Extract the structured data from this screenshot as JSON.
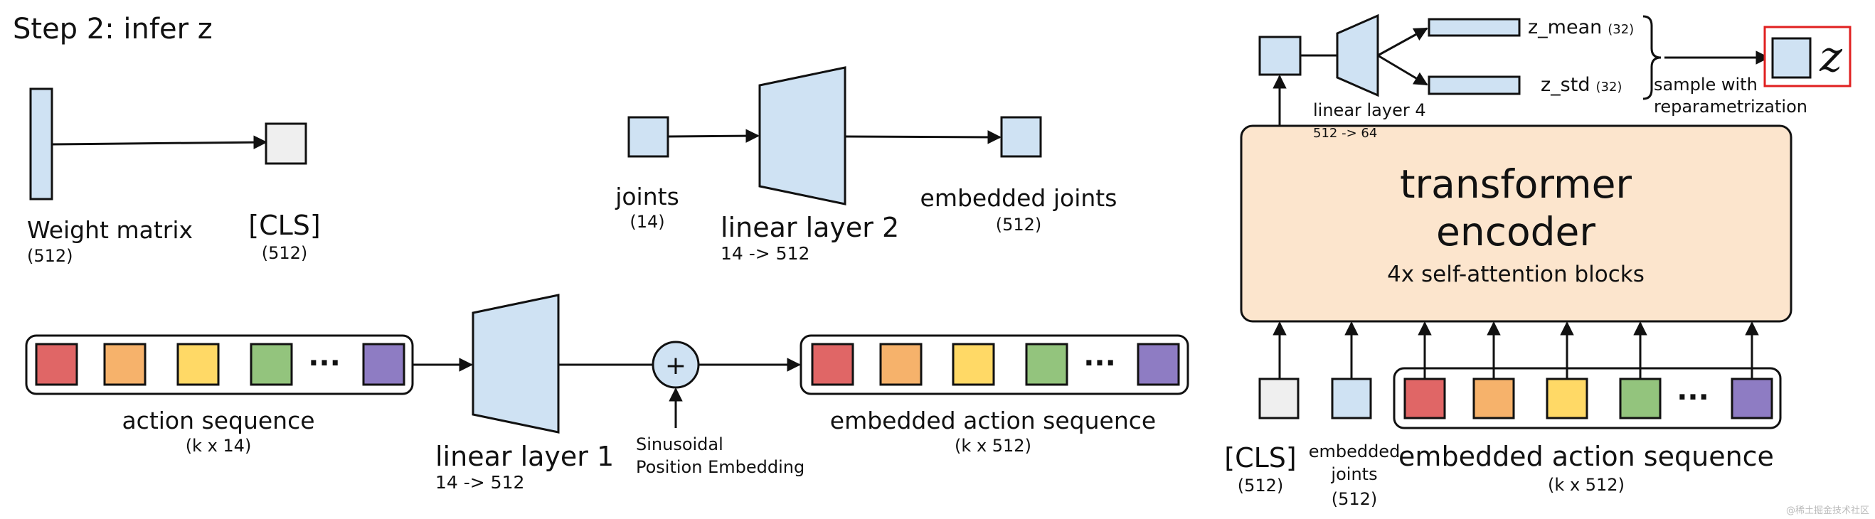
{
  "title": "Step 2: infer z",
  "colors": {
    "blue": "#cfe2f3",
    "gray": "#efefef",
    "red": "#e06666",
    "orange": "#f6b26b",
    "yellow": "#ffd966",
    "green": "#93c47d",
    "purple": "#8e7cc3",
    "encoder": "#fce5cd",
    "highlight": "#e02020"
  },
  "weight_matrix": {
    "label": "Weight matrix",
    "dim": "(512)"
  },
  "cls_top": {
    "label": "[CLS]",
    "dim": "(512)"
  },
  "joints": {
    "label": "joints",
    "dim": "(14)"
  },
  "linear2": {
    "label": "linear layer 2",
    "dim": "14 -> 512"
  },
  "embedded_joints_top": {
    "label": "embedded joints",
    "dim": "(512)"
  },
  "action_seq": {
    "label": "action sequence",
    "dim": "(k x 14)"
  },
  "linear1": {
    "label": "linear layer 1",
    "dim": "14 -> 512"
  },
  "pos_emb": {
    "line1": "Sinusoidal",
    "line2": "Position Embedding",
    "symbol": "+"
  },
  "embedded_action_mid": {
    "label": "embedded action sequence",
    "dim": "(k x 512)"
  },
  "encoder": {
    "line1": "transformer",
    "line2": "encoder",
    "sub": "4x self-attention blocks"
  },
  "linear4": {
    "label": "linear layer 4",
    "dim": "512 -> 64"
  },
  "z_mean": {
    "label": "z_mean",
    "dim": "(32)"
  },
  "z_std": {
    "label": "z_std",
    "dim": "(32)"
  },
  "sample": {
    "line1": "sample with",
    "line2": "reparametrization"
  },
  "z_symbol": "z",
  "cls_bottom": {
    "label": "[CLS]",
    "dim": "(512)"
  },
  "embedded_joints_bottom": {
    "line1": "embedded",
    "line2": "joints",
    "dim": "(512)"
  },
  "embedded_action_bottom": {
    "label": "embedded action sequence",
    "dim": "(k x 512)"
  },
  "dots": "···",
  "watermark": "@稀土掘金技术社区"
}
